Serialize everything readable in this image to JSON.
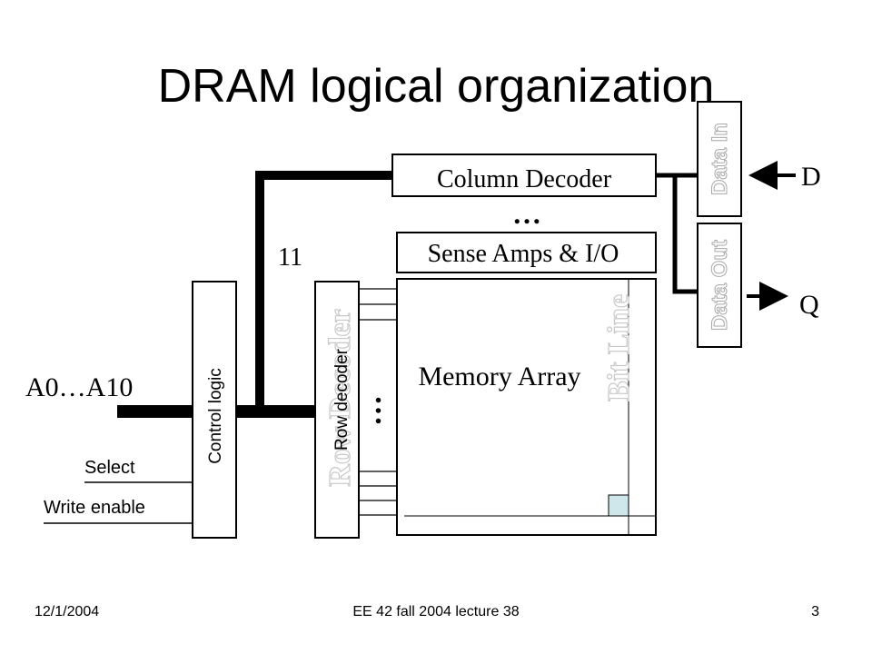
{
  "slide": {
    "title": "DRAM logical organization",
    "footer_date": "12/1/2004",
    "footer_course": "EE 42 fall 2004 lecture 38",
    "page_number": "3"
  },
  "diagram": {
    "address_label": "A0…A10",
    "bus_width": "11",
    "select_label": "Select",
    "write_enable_label": "Write enable",
    "control_logic": "Control logic",
    "row_decoder": "Row decoder",
    "row_decoder_watermark": "Row Decoder",
    "column_decoder": "Column Decoder",
    "sense_amps": "Sense Amps & I/O",
    "memory_array": "Memory Array",
    "bit_line": "Bit Line",
    "data_in": "Data In",
    "data_out": "Data Out",
    "d_pin": "D",
    "q_pin": "Q",
    "ellipsis": "…",
    "colors": {
      "line": "#000000",
      "cell_fill": "#cfe6ea",
      "watermark": "#c8c8c8"
    }
  }
}
